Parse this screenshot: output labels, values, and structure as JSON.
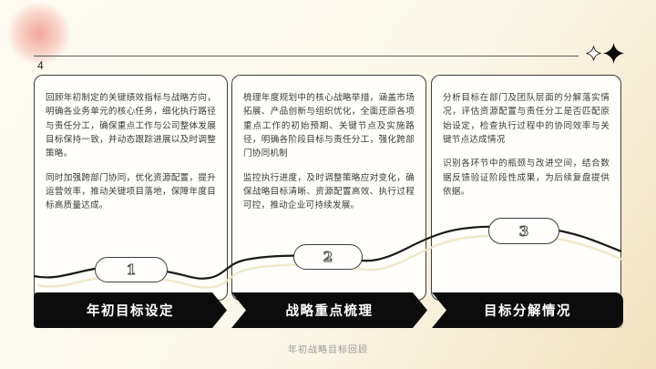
{
  "slide": {
    "page_number": "4",
    "caption": "年初战略目标回顾"
  },
  "cards": [
    {
      "number": "1",
      "title": "年初目标设定",
      "paragraphs": [
        "回顾年初制定的关键绩效指标与战略方向，明确各业务单元的核心任务，细化执行路径与责任分工，确保重点工作与公司整体发展目标保持一致，并动态跟踪进展以及时调整策略。",
        "同时加强跨部门协同，优化资源配置，提升运营效率，推动关键项目落地，保障年度目标高质量达成。"
      ]
    },
    {
      "number": "2",
      "title": "战略重点梳理",
      "paragraphs": [
        "梳理年度规划中的核心战略举措，涵盖市场拓展、产品创新与组织优化，全面还原各项重点工作的初始预期、关键节点及实施路径，明确各阶段目标与责任分工，强化跨部门协同机制",
        "监控执行进度，及时调整策略应对变化，确保战略目标清晰、资源配置高效、执行过程可控，推动企业可持续发展。"
      ]
    },
    {
      "number": "3",
      "title": "目标分解情况",
      "paragraphs": [
        "分析目标在部门及团队层面的分解落实情况，评估资源配置与责任分工是否匹配原始设定，检查执行过程中的协同效率与关键节点达成情况",
        "识别各环节中的瓶颈与改进空间，结合数据反馈验证阶段性成果，为后续复盘提供依据。"
      ]
    }
  ],
  "colors": {
    "background_top": "#fdfbf2",
    "background_bottom_right": "#f2e2c1",
    "banner": "#0c0c0c",
    "banner_text": "#ffffff",
    "card_border": "#3d3d3d",
    "card_text": "#3a3a3a",
    "glow_pink": "#ee7870",
    "curve": "#1a1a1a",
    "curve_echo": "#efe5c9"
  }
}
